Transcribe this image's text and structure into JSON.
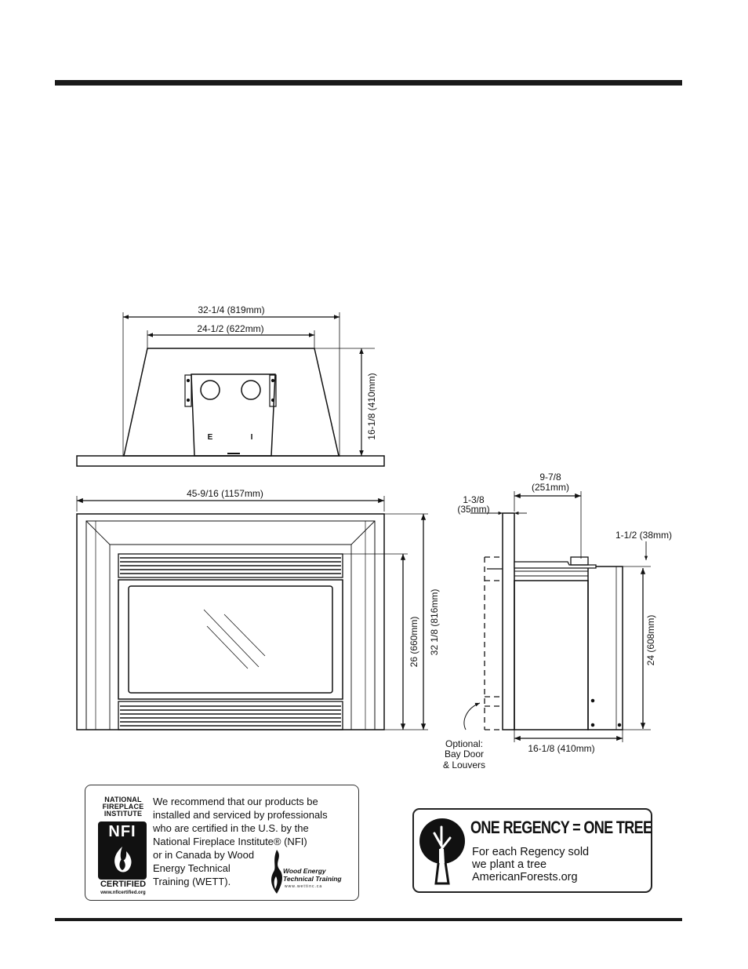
{
  "drawing": {
    "top_view": {
      "overall_width": "32-1/4 (819mm)",
      "back_width": "24-1/2 (622mm)",
      "depth": "16-1/8 (410mm)",
      "control_labels": [
        "E",
        "I"
      ]
    },
    "front_view": {
      "overall_width": "45-9/16 (1157mm)",
      "opening_height": "26 (660mm)",
      "overall_height": "32 1/8 (816mm)"
    },
    "side_view": {
      "top_depth": [
        "9-7/8",
        "(251mm)"
      ],
      "faceplate": [
        "1-3/8",
        "(35mm)"
      ],
      "offset": "1-1/2 (38mm)",
      "height": "24 (608mm)",
      "bottom_depth": "16-1/8 (410mm)",
      "optional_label": [
        "Optional:",
        "Bay Door",
        "& Louvers"
      ]
    }
  },
  "nfi_notice": {
    "logo_lines": [
      "NATIONAL",
      "FIREPLACE",
      "INSTITUTE"
    ],
    "logo_mark": "NFI",
    "certified": "CERTIFIED",
    "url": "www.nficertified.org",
    "lines": [
      "We recommend that our products be",
      "installed and serviced by professionals",
      "who are certified in the U.S. by the",
      "National Fireplace Institute® (NFI)",
      "or in Canada by Wood",
      "Energy Technical",
      "Training (WETT)."
    ],
    "wett_logo_lines": [
      "Wood Energy",
      "Technical Training"
    ],
    "wett_url": "www.wettinc.ca"
  },
  "tree_notice": {
    "title": "ONE REGENCY = ONE TREE",
    "lines": [
      "For each Regency sold",
      "we plant a tree",
      "AmericanForests.org"
    ]
  },
  "colors": {
    "ink": "#111111",
    "rule": "#1a1a1a"
  }
}
